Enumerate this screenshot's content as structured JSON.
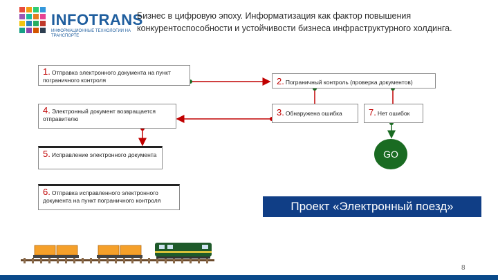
{
  "header": {
    "logo_text": "INFOTRANS",
    "logo_subtitle": "ИНФОРМАЦИОННЫЕ ТЕХНОЛОГИИ НА ТРАНСПОРТЕ",
    "title": "Бизнес в цифровую эпоху. Информатизация как фактор повышения конкурентоспособности и устойчивости бизнеса инфраструктурного холдинга."
  },
  "steps": [
    {
      "num": "1.",
      "text": "Отправка электронного документа на пункт пограничного контроля"
    },
    {
      "num": "2.",
      "text": "Пограничный контроль (проверка документов)"
    },
    {
      "num": "3.",
      "text": "Обнаружена ошибка"
    },
    {
      "num": "4.",
      "text": "Электронный документ возвращается отправителю"
    },
    {
      "num": "5.",
      "text": "Исправление электронного документа"
    },
    {
      "num": "6.",
      "text": "Отправка исправленного электронного документа на пункт пограничного контроля"
    },
    {
      "num": "7.",
      "text": "Нет ошибок"
    }
  ],
  "go_label": "GO",
  "project_label": "Проект «Электронный поезд»",
  "page_number": "8",
  "colors": {
    "red_arrow": "#c00000",
    "green_arrow": "#1a6b22",
    "go_fill": "#1a6b22",
    "project_bg": "#103e86",
    "number_red": "#c00000"
  }
}
